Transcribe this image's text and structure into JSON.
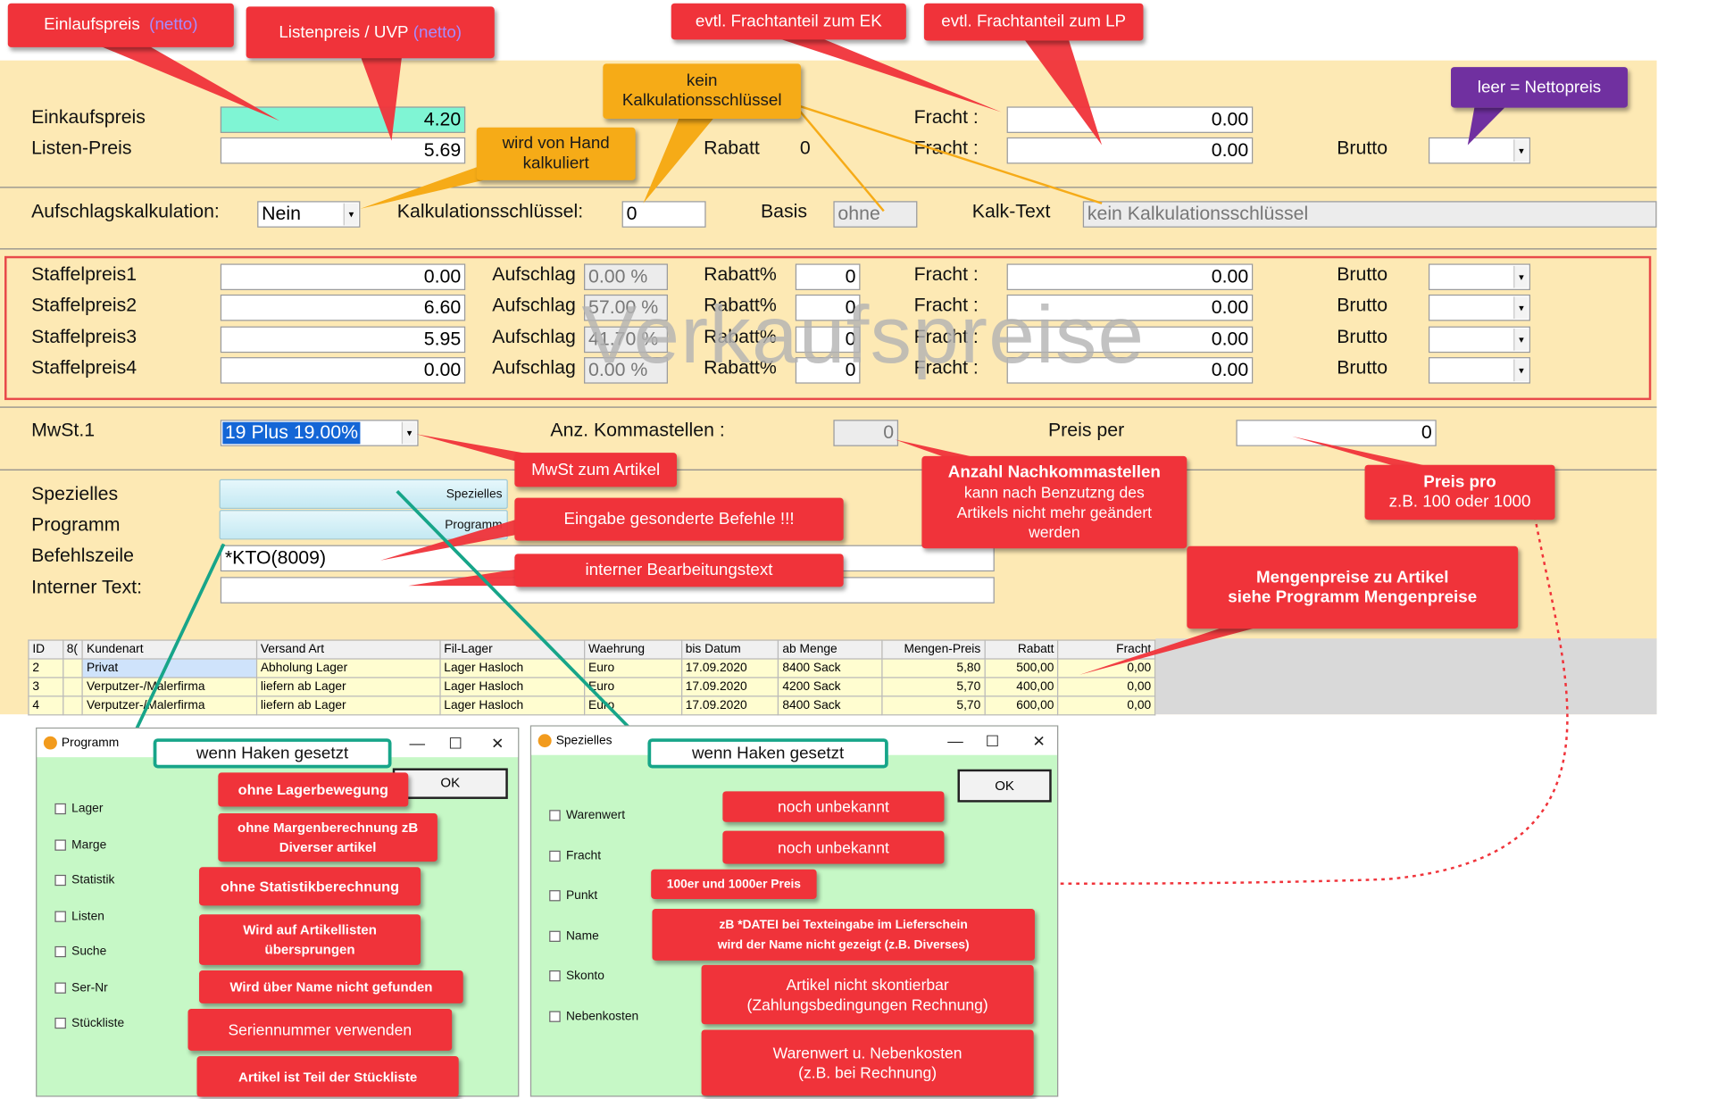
{
  "colors": {
    "panel": "#fde9b4",
    "callout_red": "#f0333a",
    "callout_orange": "#f6ab17",
    "callout_purple": "#7030a0",
    "dialog_green": "#c6f8c6",
    "teal": "#17a589",
    "einkauf_highlight": "#7ff5d4"
  },
  "form": {
    "einkaufspreis_label": "Einkaufspreis",
    "einkaufspreis_value": "4.20",
    "listenpreis_label": "Listen-Preis",
    "listenpreis_value": "5.69",
    "rabatt_label": "Rabatt",
    "rabatt_value": "0",
    "fracht_label": "Fracht :",
    "fracht1_value": "0.00",
    "fracht2_value": "0.00",
    "brutto_label": "Brutto",
    "aufschlagskalkulation_label": "Aufschlagskalkulation:",
    "aufschlagskalkulation_value": "Nein",
    "kalkulationsschluessel_label": "Kalkulationsschlüssel:",
    "kalkulationsschluessel_value": "0",
    "basis_label": "Basis",
    "basis_value": "ohne",
    "kalktext_label": "Kalk-Text",
    "kalktext_value": "kein Kalkulationsschlüssel",
    "staffel": [
      {
        "label": "Staffelpreis1",
        "price": "0.00",
        "aufschlag_label": "Aufschlag",
        "aufschlag": "0.00 %",
        "rabatt_label": "Rabatt%",
        "rabatt": "0",
        "fracht_label": "Fracht :",
        "fracht": "0.00",
        "brutto_label": "Brutto"
      },
      {
        "label": "Staffelpreis2",
        "price": "6.60",
        "aufschlag_label": "Aufschlag",
        "aufschlag": "57.00 %",
        "rabatt_label": "Rabatt%",
        "rabatt": "0",
        "fracht_label": "Fracht :",
        "fracht": "0.00",
        "brutto_label": "Brutto"
      },
      {
        "label": "Staffelpreis3",
        "price": "5.95",
        "aufschlag_label": "Aufschlag",
        "aufschlag": "41.70 %",
        "rabatt_label": "Rabatt%",
        "rabatt": "0",
        "fracht_label": "Fracht :",
        "fracht": "0.00",
        "brutto_label": "Brutto"
      },
      {
        "label": "Staffelpreis4",
        "price": "0.00",
        "aufschlag_label": "Aufschlag",
        "aufschlag": "0.00 %",
        "rabatt_label": "Rabatt%",
        "rabatt": "0",
        "fracht_label": "Fracht :",
        "fracht": "0.00",
        "brutto_label": "Brutto"
      }
    ],
    "watermark": "Verkaufspreise",
    "mwst_label": "MwSt.1",
    "mwst_value": "19 Plus 19.00%",
    "kommastellen_label": "Anz. Kommastellen :",
    "kommastellen_value": "0",
    "preisper_label": "Preis per",
    "preisper_value": "0",
    "speziell_label": "Spezielles",
    "speziell_button": "Spezielles",
    "programm_label": "Programm",
    "programm_button": "Programm",
    "befehlszeile_label": "Befehlszeile",
    "befehlszeile_value": "*KTO(8009)",
    "interntext_label": "Interner Text:",
    "interntext_value": ""
  },
  "table": {
    "headers": [
      "ID",
      "8(",
      "Kundenart",
      "Versand Art",
      "Fil-Lager",
      "Waehrung",
      "bis Datum",
      "ab Menge",
      "Mengen-Preis",
      "Rabatt",
      "Fracht"
    ],
    "rows": [
      [
        "2",
        "",
        "Privat",
        "Abholung Lager",
        "Lager Hasloch",
        "Euro",
        "17.09.2020",
        "8400  Sack",
        "5,80",
        "500,00",
        "0,00"
      ],
      [
        "3",
        "",
        "Verputzer-/Malerfirma",
        "liefern ab Lager",
        "Lager Hasloch",
        "Euro",
        "17.09.2020",
        "4200  Sack",
        "5,70",
        "400,00",
        "0,00"
      ],
      [
        "4",
        "",
        "Verputzer-/Malerfirma",
        "liefern ab Lager",
        "Lager Hasloch",
        "Euro",
        "17.09.2020",
        "8400  Sack",
        "5,70",
        "600,00",
        "0,00"
      ]
    ]
  },
  "callouts": {
    "einkaufspreis": "Einlaufspreis",
    "einkaufspreis_netto": "(netto)",
    "listenpreis": "Listenpreis / UVP",
    "listenpreis_netto": "(netto)",
    "fracht_ek": "evtl. Frachtanteil zum EK",
    "fracht_lp": "evtl. Frachtanteil zum LP",
    "kein_schluessel": "kein\nKalkulationsschlüssel",
    "von_hand": "wird von Hand\nkalkuliert",
    "nettopreis": "leer = Nettopreis",
    "mwst": "MwSt zum Artikel",
    "nachkomma_title": "Anzahl Nachkommastellen",
    "nachkomma_text": "kann nach Benzutzng des\nArtikels nicht mehr geändert\nwerden",
    "preispro_title": "Preis pro",
    "preispro_text": "z.B. 100 oder 1000",
    "gesonderte": "Eingabe gesonderte Befehle !!!",
    "intern": "interner Bearbeitungstext",
    "mengenpreise": "Mengenpreise zu Artikel\nsiehe Programm Mengenpreise"
  },
  "dialog_programm": {
    "title": "Programm",
    "ok": "OK",
    "hint": "wenn Haken gesetzt",
    "checks": [
      "Lager",
      "Marge",
      "Statistik",
      "Listen",
      "Suche",
      "Ser-Nr",
      "Stückliste"
    ],
    "notes": [
      "ohne Lagerbewegung",
      "ohne Margenberechnung zB\nDiverser artikel",
      "ohne Statistikberechnung",
      "Wird auf Artikellisten\nübersprungen",
      "Wird über Name nicht gefunden",
      "Seriennummer verwenden",
      "Artikel ist Teil der Stückliste"
    ]
  },
  "dialog_spezielles": {
    "title": "Spezielles",
    "ok": "OK",
    "hint": "wenn Haken gesetzt",
    "checks": [
      "Warenwert",
      "Fracht",
      "Punkt",
      "Name",
      "Skonto",
      "Nebenkosten"
    ],
    "notes": [
      "noch unbekannt",
      "noch unbekannt",
      "100er und 1000er Preis",
      "zB *DATEI bei Texteingabe im Lieferschein\nwird der Name nicht gezeigt (z.B. Diverses)",
      "Artikel nicht skontierbar\n(Zahlungsbedingungen Rechnung)",
      "Warenwert u. Nebenkosten\n(z.B. bei Rechnung)"
    ]
  },
  "window_controls": {
    "minimize": "—",
    "maximize": "☐",
    "close": "✕"
  }
}
